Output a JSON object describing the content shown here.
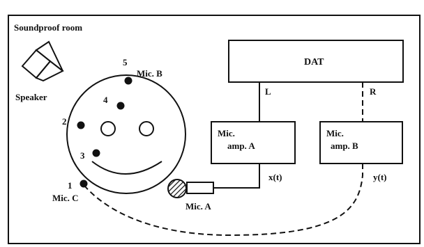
{
  "title": "Soundproof room",
  "speaker_label": "Speaker",
  "dat_label": "DAT",
  "channel_left": "L",
  "channel_right": "R",
  "amp_a": {
    "line1": "Mic.",
    "line2": "amp. A"
  },
  "amp_b": {
    "line1": "Mic.",
    "line2": "amp. B"
  },
  "signal_x": "x(t)",
  "signal_y": "y(t)",
  "mic_a_label": "Mic. A",
  "mic_b_label": "Mic. B",
  "mic_c_label": "Mic. C",
  "positions": [
    "1",
    "2",
    "3",
    "4",
    "5"
  ]
}
